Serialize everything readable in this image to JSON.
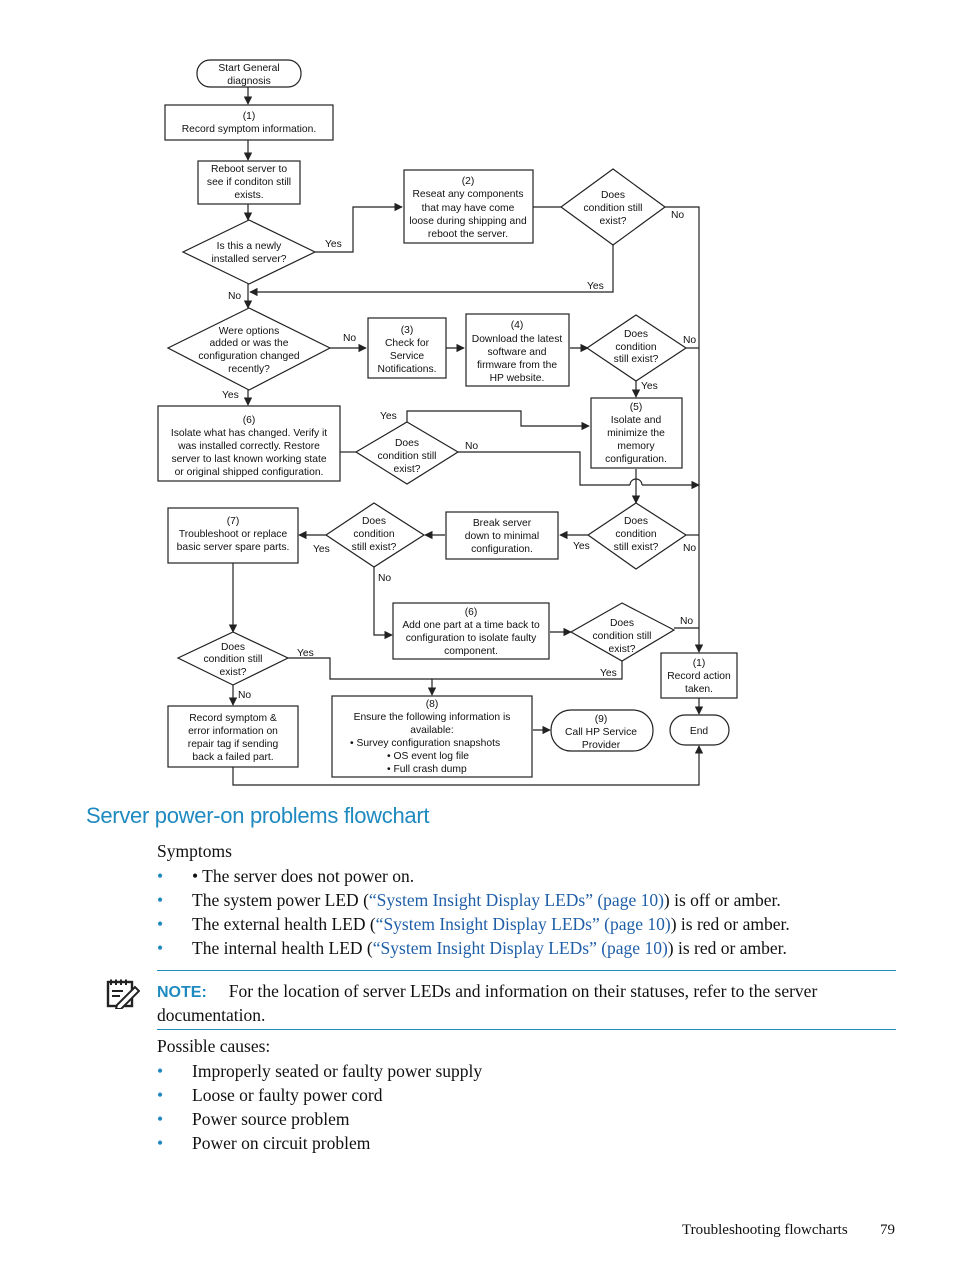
{
  "flowchart": {
    "start": [
      "Start General",
      "diagnosis"
    ],
    "step1": [
      "(1)",
      "Record symptom information."
    ],
    "reboot": [
      "Reboot server to",
      "see if conditon still",
      "exists."
    ],
    "newly_installed": [
      "Is this a newly",
      "installed server?"
    ],
    "step2": [
      "(2)",
      "Reseat any components",
      "that may have come",
      "loose during shipping and",
      "reboot the server."
    ],
    "cond_a": [
      "Does",
      "condition still",
      "exist?"
    ],
    "options_changed": [
      "Were options",
      "added or was the",
      "configuration changed",
      "recently?"
    ],
    "step3": [
      "(3)",
      "Check for",
      "Service",
      "Notifications."
    ],
    "step4": [
      "(4)",
      "Download the latest",
      "software and",
      "firmware from the",
      "HP website."
    ],
    "cond_b": [
      "Does",
      "condition",
      "still exist?"
    ],
    "step6a": [
      "(6)",
      "Isolate what has changed. Verify it",
      "was installed correctly.  Restore",
      "server to last known working state",
      "or original shipped configuration."
    ],
    "cond_c": [
      "Does",
      "condition still",
      "exist?"
    ],
    "step5": [
      "(5)",
      "Isolate and",
      "minimize the",
      "memory",
      "configuration."
    ],
    "step7": [
      "(7)",
      "Troubleshoot or replace",
      "basic server spare parts."
    ],
    "cond_d": [
      "Does",
      "condition",
      "still exist?"
    ],
    "break_server": [
      "Break server",
      "down to minimal",
      "configuration."
    ],
    "cond_e": [
      "Does",
      "condition",
      "still exist?"
    ],
    "step6b": [
      "(6)",
      "Add one part at a time back to",
      "configuration to isolate faulty",
      "component."
    ],
    "cond_f": [
      "Does",
      "condition still",
      "exist?"
    ],
    "cond_g": [
      "Does",
      "condition still",
      "exist?"
    ],
    "record_action": [
      "(1)",
      "Record action",
      "taken."
    ],
    "end": "End",
    "record_repair": [
      "Record symptom &",
      "error information on",
      "repair tag if sending",
      "back a failed part."
    ],
    "step8": [
      "(8)",
      "Ensure the following information is",
      "available:",
      "• Survey configuration snapshots",
      "• OS event log file",
      "• Full crash dump"
    ],
    "step9": [
      "(9)",
      "Call HP Service",
      "Provider"
    ],
    "yes": "Yes",
    "no": "No"
  },
  "section_title": "Server power-on problems flowchart",
  "symptoms_label": "Symptoms",
  "symptoms": [
    {
      "before": "• The server does not power on.",
      "link": "",
      "after": ""
    },
    {
      "before": "The system power LED (",
      "link": "“System Insight Display LEDs” (page 10)",
      "after": ") is off or amber."
    },
    {
      "before": "The external health LED (",
      "link": "“System Insight Display LEDs” (page 10)",
      "after": ") is red or amber."
    },
    {
      "before": "The internal health LED (",
      "link": "“System Insight Display LEDs” (page 10)",
      "after": ") is red or amber."
    }
  ],
  "bullet_glyph": "•",
  "note": {
    "label": "NOTE:",
    "text": "For the location of server LEDs and information on their statuses, refer to the server documentation."
  },
  "causes_label": "Possible causes:",
  "causes": [
    "Improperly seated or faulty power supply",
    "Loose or faulty power cord",
    "Power source problem",
    "Power on circuit problem"
  ],
  "footer": {
    "section": "Troubleshooting flowcharts",
    "page": "79"
  },
  "colors": {
    "accent": "#1f8ac0",
    "link": "#1f5fa8"
  },
  "icons": {
    "note": "note-pencil-icon"
  }
}
